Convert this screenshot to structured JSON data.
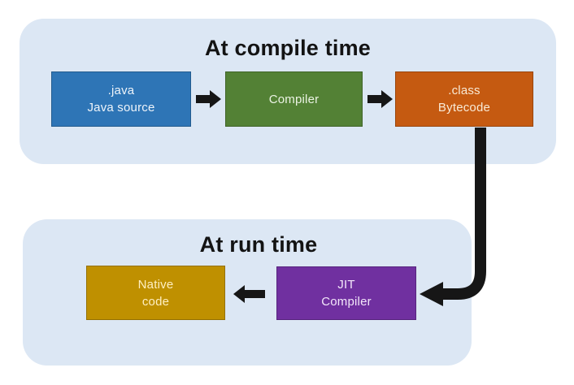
{
  "colors": {
    "panel": "#dce7f4",
    "title": "#131313",
    "arrow": "#161616"
  },
  "sections": [
    {
      "title": "At compile time",
      "nodes": [
        {
          "name": "java-source",
          "lines": [
            ".java",
            "Java source"
          ],
          "bg": "#2e75b6",
          "fg": "#eef4fa"
        },
        {
          "name": "compiler",
          "lines": [
            "Compiler"
          ],
          "bg": "#538135",
          "fg": "#ebf3e4"
        },
        {
          "name": "bytecode",
          "lines": [
            ".class",
            "Bytecode"
          ],
          "bg": "#c55a11",
          "fg": "#f9ead6"
        }
      ]
    },
    {
      "title": "At run time",
      "nodes": [
        {
          "name": "native-code",
          "lines": [
            "Native",
            "code"
          ],
          "bg": "#bf9000",
          "fg": "#ffefc2"
        },
        {
          "name": "jit-compiler",
          "lines": [
            "JIT",
            "Compiler"
          ],
          "bg": "#7030a0",
          "fg": "#f3e7fa"
        }
      ]
    }
  ],
  "arrows": [
    {
      "name": "source-to-compiler",
      "direction": "right"
    },
    {
      "name": "compiler-to-bytecode",
      "direction": "right"
    },
    {
      "name": "bytecode-to-jit",
      "direction": "down-then-left"
    },
    {
      "name": "jit-to-native",
      "direction": "left"
    }
  ]
}
